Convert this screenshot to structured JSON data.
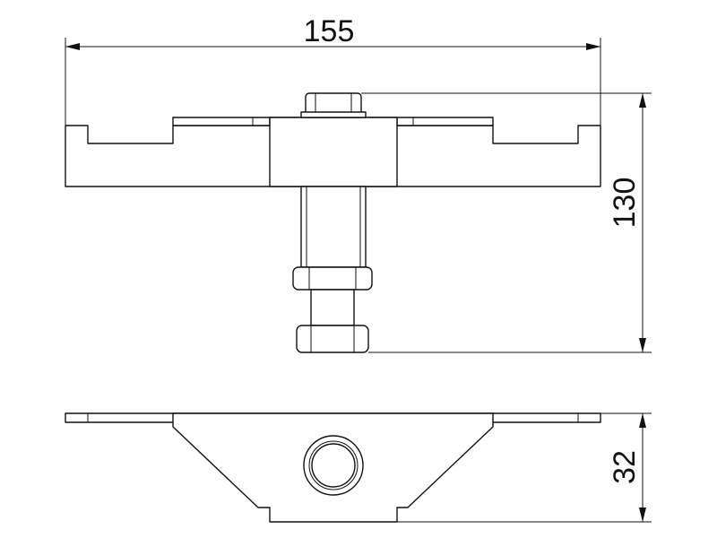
{
  "dimensions": {
    "width": "155",
    "height": "130",
    "depth": "32"
  },
  "colors": {
    "line": "#111111",
    "background": "#ffffff"
  }
}
